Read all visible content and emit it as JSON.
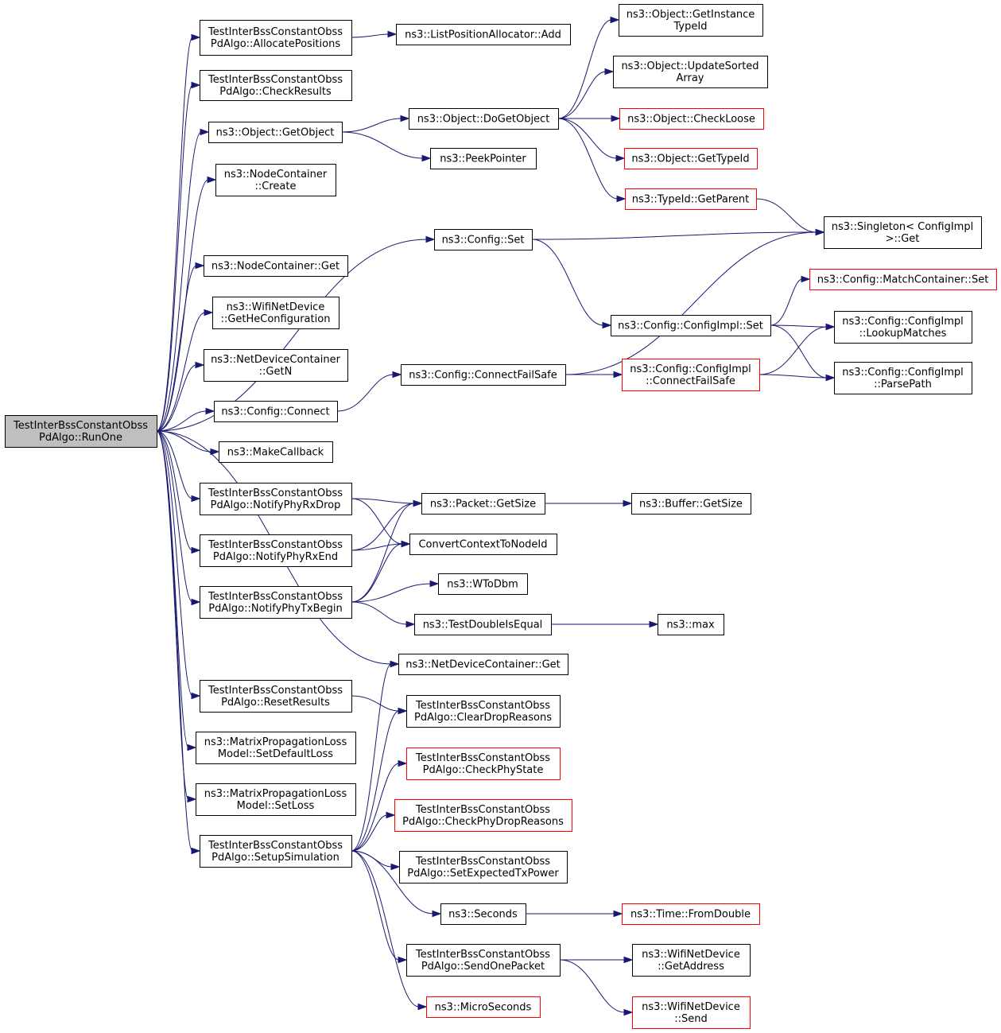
{
  "colors": {
    "edge": "#191970",
    "node_border": "#000000",
    "node_border_truncated": "#ff0000",
    "root_fill": "#bfbfbf",
    "node_fill": "#ffffff"
  },
  "nodes": {
    "runone": {
      "lines": [
        "TestInterBssConstantObss",
        "PdAlgo::RunOne"
      ],
      "root": true
    },
    "allocpos": {
      "lines": [
        "TestInterBssConstantObss",
        "PdAlgo::AllocatePositions"
      ]
    },
    "checkresults": {
      "lines": [
        "TestInterBssConstantObss",
        "PdAlgo::CheckResults"
      ]
    },
    "getobject": {
      "lines": [
        "ns3::Object::GetObject"
      ]
    },
    "nccreate": {
      "lines": [
        "ns3::NodeContainer",
        "::Create"
      ]
    },
    "ncget": {
      "lines": [
        "ns3::NodeContainer::Get"
      ]
    },
    "getheconf": {
      "lines": [
        "ns3::WifiNetDevice",
        "::GetHeConfiguration"
      ]
    },
    "ndcgetn": {
      "lines": [
        "ns3::NetDeviceContainer",
        "::GetN"
      ]
    },
    "configconnect": {
      "lines": [
        "ns3::Config::Connect"
      ]
    },
    "makecallback": {
      "lines": [
        "ns3::MakeCallback"
      ]
    },
    "notifyrxdrop": {
      "lines": [
        "TestInterBssConstantObss",
        "PdAlgo::NotifyPhyRxDrop"
      ]
    },
    "notifyrxend": {
      "lines": [
        "TestInterBssConstantObss",
        "PdAlgo::NotifyPhyRxEnd"
      ]
    },
    "notifytxbegin": {
      "lines": [
        "TestInterBssConstantObss",
        "PdAlgo::NotifyPhyTxBegin"
      ]
    },
    "resetresults": {
      "lines": [
        "TestInterBssConstantObss",
        "PdAlgo::ResetResults"
      ]
    },
    "setdefaultloss": {
      "lines": [
        "ns3::MatrixPropagationLoss",
        "Model::SetDefaultLoss"
      ]
    },
    "setloss": {
      "lines": [
        "ns3::MatrixPropagationLoss",
        "Model::SetLoss"
      ]
    },
    "setupsim": {
      "lines": [
        "TestInterBssConstantObss",
        "PdAlgo::SetupSimulation"
      ]
    },
    "lpaadd": {
      "lines": [
        "ns3::ListPositionAllocator::Add"
      ]
    },
    "dogetobject": {
      "lines": [
        "ns3::Object::DoGetObject"
      ]
    },
    "peekpointer": {
      "lines": [
        "ns3::PeekPointer"
      ]
    },
    "configset": {
      "lines": [
        "ns3::Config::Set"
      ]
    },
    "connectfailsafe": {
      "lines": [
        "ns3::Config::ConnectFailSafe"
      ]
    },
    "pktgetsize": {
      "lines": [
        "ns3::Packet::GetSize"
      ]
    },
    "convctx": {
      "lines": [
        "ConvertContextToNodeId"
      ]
    },
    "wtodbm": {
      "lines": [
        "ns3::WToDbm"
      ]
    },
    "testdouble": {
      "lines": [
        "ns3::TestDoubleIsEqual"
      ]
    },
    "ndcget": {
      "lines": [
        "ns3::NetDeviceContainer::Get"
      ]
    },
    "cleardrop": {
      "lines": [
        "TestInterBssConstantObss",
        "PdAlgo::ClearDropReasons"
      ]
    },
    "checkphystate": {
      "lines": [
        "TestInterBssConstantObss",
        "PdAlgo::CheckPhyState"
      ],
      "truncated": true
    },
    "checkphydrop": {
      "lines": [
        "TestInterBssConstantObss",
        "PdAlgo::CheckPhyDropReasons"
      ],
      "truncated": true
    },
    "setexptx": {
      "lines": [
        "TestInterBssConstantObss",
        "PdAlgo::SetExpectedTxPower"
      ]
    },
    "seconds": {
      "lines": [
        "ns3::Seconds"
      ]
    },
    "sendonepacket": {
      "lines": [
        "TestInterBssConstantObss",
        "PdAlgo::SendOnePacket"
      ]
    },
    "microseconds": {
      "lines": [
        "ns3::MicroSeconds"
      ],
      "truncated": true
    },
    "getinstancetypeid": {
      "lines": [
        "ns3::Object::GetInstance",
        "TypeId"
      ]
    },
    "updatesorted": {
      "lines": [
        "ns3::Object::UpdateSorted",
        "Array"
      ]
    },
    "checkloose": {
      "lines": [
        "ns3::Object::CheckLoose"
      ],
      "truncated": true
    },
    "gettypeid": {
      "lines": [
        "ns3::Object::GetTypeId"
      ],
      "truncated": true
    },
    "typeidgetparent": {
      "lines": [
        "ns3::TypeId::GetParent"
      ],
      "truncated": true
    },
    "configimplset": {
      "lines": [
        "ns3::Config::ConfigImpl::Set"
      ]
    },
    "configimplcfs": {
      "lines": [
        "ns3::Config::ConfigImpl",
        "::ConnectFailSafe"
      ],
      "truncated": true
    },
    "buffergetsize": {
      "lines": [
        "ns3::Buffer::GetSize"
      ]
    },
    "nsmax": {
      "lines": [
        "ns3::max"
      ]
    },
    "timefromdouble": {
      "lines": [
        "ns3::Time::FromDouble"
      ],
      "truncated": true
    },
    "wndgetaddress": {
      "lines": [
        "ns3::WifiNetDevice",
        "::GetAddress"
      ]
    },
    "wndsend": {
      "lines": [
        "ns3::WifiNetDevice",
        "::Send"
      ],
      "truncated": true
    },
    "singletonget": {
      "lines": [
        "ns3::Singleton< ConfigImpl",
        " >::Get"
      ]
    },
    "matchcontainerset": {
      "lines": [
        "ns3::Config::MatchContainer::Set"
      ],
      "truncated": true
    },
    "lookupmatches": {
      "lines": [
        "ns3::Config::ConfigImpl",
        "::LookupMatches"
      ]
    },
    "parsepath": {
      "lines": [
        "ns3::Config::ConfigImpl",
        "::ParsePath"
      ]
    }
  },
  "edges": [
    [
      "runone",
      "allocpos"
    ],
    [
      "runone",
      "checkresults"
    ],
    [
      "runone",
      "getobject"
    ],
    [
      "runone",
      "nccreate"
    ],
    [
      "runone",
      "configset"
    ],
    [
      "runone",
      "ncget"
    ],
    [
      "runone",
      "getheconf"
    ],
    [
      "runone",
      "ndcgetn"
    ],
    [
      "runone",
      "configconnect"
    ],
    [
      "runone",
      "makecallback"
    ],
    [
      "runone",
      "notifyrxdrop"
    ],
    [
      "runone",
      "notifyrxend"
    ],
    [
      "runone",
      "notifytxbegin"
    ],
    [
      "runone",
      "ndcget"
    ],
    [
      "runone",
      "resetresults"
    ],
    [
      "runone",
      "setdefaultloss"
    ],
    [
      "runone",
      "setloss"
    ],
    [
      "runone",
      "setupsim"
    ],
    [
      "allocpos",
      "lpaadd"
    ],
    [
      "getobject",
      "dogetobject"
    ],
    [
      "getobject",
      "peekpointer"
    ],
    [
      "dogetobject",
      "getinstancetypeid"
    ],
    [
      "dogetobject",
      "updatesorted"
    ],
    [
      "dogetobject",
      "checkloose"
    ],
    [
      "dogetobject",
      "gettypeid"
    ],
    [
      "dogetobject",
      "typeidgetparent"
    ],
    [
      "typeidgetparent",
      "singletonget"
    ],
    [
      "configset",
      "singletonget"
    ],
    [
      "configset",
      "configimplset"
    ],
    [
      "configimplset",
      "matchcontainerset"
    ],
    [
      "configimplset",
      "lookupmatches"
    ],
    [
      "configimplset",
      "parsepath"
    ],
    [
      "configconnect",
      "connectfailsafe"
    ],
    [
      "connectfailsafe",
      "singletonget"
    ],
    [
      "connectfailsafe",
      "configimplcfs"
    ],
    [
      "configimplcfs",
      "lookupmatches"
    ],
    [
      "configimplcfs",
      "parsepath"
    ],
    [
      "notifyrxdrop",
      "pktgetsize"
    ],
    [
      "notifyrxdrop",
      "convctx"
    ],
    [
      "notifyrxend",
      "pktgetsize"
    ],
    [
      "notifyrxend",
      "convctx"
    ],
    [
      "notifytxbegin",
      "pktgetsize"
    ],
    [
      "notifytxbegin",
      "convctx"
    ],
    [
      "notifytxbegin",
      "wtodbm"
    ],
    [
      "notifytxbegin",
      "testdouble"
    ],
    [
      "pktgetsize",
      "buffergetsize"
    ],
    [
      "testdouble",
      "nsmax"
    ],
    [
      "resetresults",
      "cleardrop"
    ],
    [
      "setupsim",
      "ndcget"
    ],
    [
      "setupsim",
      "cleardrop"
    ],
    [
      "setupsim",
      "checkphystate"
    ],
    [
      "setupsim",
      "checkphydrop"
    ],
    [
      "setupsim",
      "setexptx"
    ],
    [
      "setupsim",
      "seconds"
    ],
    [
      "setupsim",
      "sendonepacket"
    ],
    [
      "setupsim",
      "microseconds"
    ],
    [
      "seconds",
      "timefromdouble"
    ],
    [
      "sendonepacket",
      "wndgetaddress"
    ],
    [
      "sendonepacket",
      "wndsend"
    ]
  ]
}
